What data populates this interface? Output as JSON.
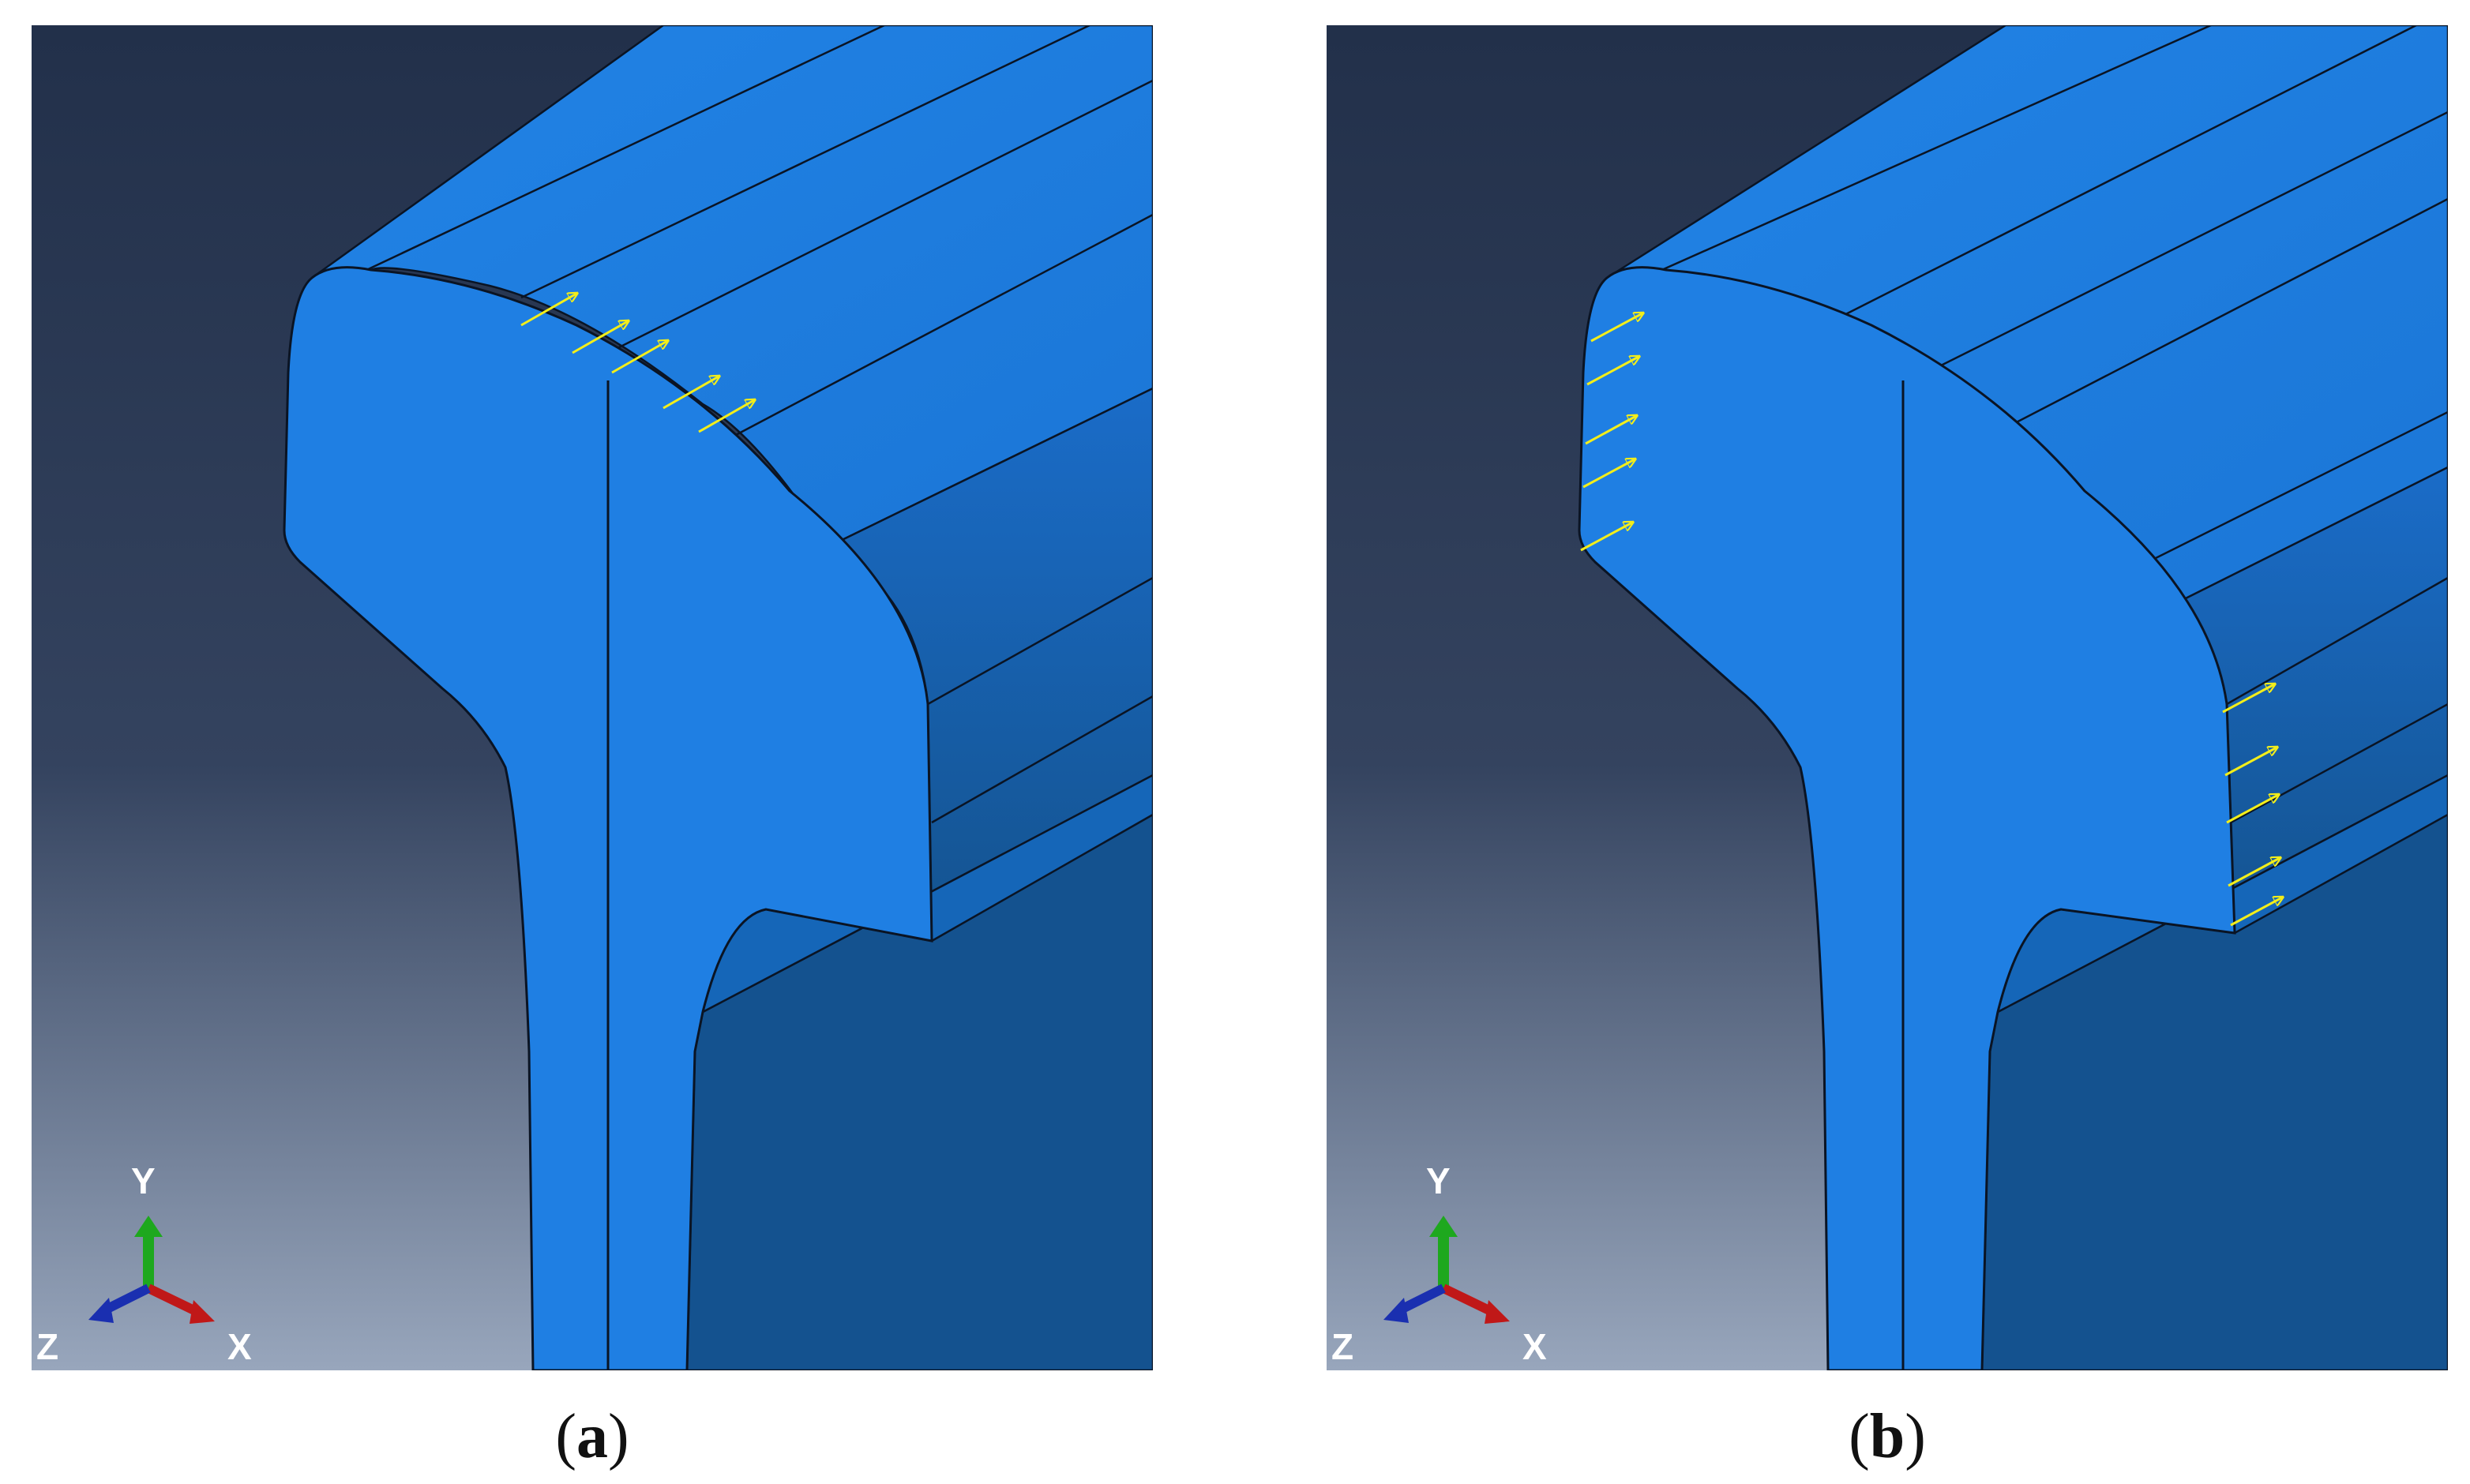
{
  "panels": [
    {
      "id": "a",
      "caption": {
        "open": "(",
        "label": "a",
        "close": ")"
      },
      "triad": {
        "y_label": "Y",
        "x_label": "X",
        "z_label": "Z"
      },
      "load_arrow_count": 5,
      "load_location": "rail head top surface"
    },
    {
      "id": "b",
      "caption": {
        "open": "(",
        "label": "b",
        "close": ")"
      },
      "triad": {
        "y_label": "Y",
        "x_label": "X",
        "z_label": "Z"
      },
      "load_arrow_count": 10,
      "load_location": "rail head side faces"
    }
  ],
  "colors": {
    "background_top": "#22304a",
    "background_bottom": "#98a6bc",
    "model_light": "#1f7fe3",
    "model_mid": "#1a6bc6",
    "model_dark": "#14528f",
    "edge": "#0a1424",
    "load_arrow": "#f3ee1a",
    "triad_y": "#1ea81e",
    "triad_x": "#c01818",
    "triad_z": "#1a2fb0"
  }
}
